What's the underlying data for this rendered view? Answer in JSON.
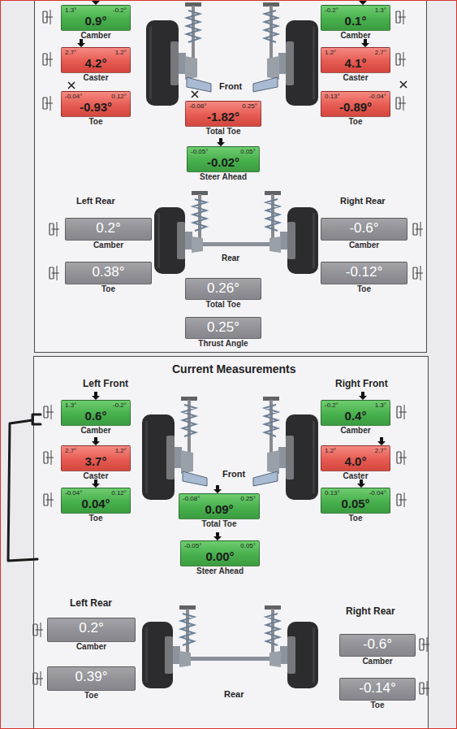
{
  "diagram": {
    "nodes": [
      {
        "text": [
          "1.3°",
          "-0.2°",
          "0.9°",
          "Camber"
        ]
      },
      {
        "text": [
          "-0.2°",
          "1.3°",
          "0.1°",
          "Camber"
        ]
      },
      {
        "text": [
          "2.7°",
          "1.2°",
          "4.2°",
          "Caster"
        ]
      },
      {
        "text": [
          "1.2°",
          "2.7°",
          "4.1°",
          "Caster"
        ]
      },
      {
        "text": [
          "-0.04°",
          "0.12°",
          "-0.93°",
          "Toe"
        ]
      },
      {
        "text": [
          "0.13°",
          "-0.04°",
          "-0.89°",
          "Toe"
        ]
      },
      {
        "text": [
          "-0.08°",
          "0.25°",
          "-1.82°",
          "Total Toe"
        ]
      },
      {
        "text": [
          "-0.05°",
          "0.05°",
          "-0.02°",
          "Steer Ahead"
        ]
      },
      {
        "text": [
          "0.2°",
          "Camber"
        ]
      },
      {
        "text": [
          "-0.6°",
          "Camber"
        ]
      },
      {
        "text": [
          "0.38°",
          "Toe"
        ]
      },
      {
        "text": [
          "-0.12°",
          "Toe"
        ]
      },
      {
        "text": [
          "0.26°",
          "Total Toe"
        ]
      },
      {
        "text": [
          "0.25°",
          "Thrust Angle"
        ]
      },
      {
        "text": [
          "1.3°",
          "-0.2°",
          "0.6°",
          "Camber"
        ]
      },
      {
        "text": [
          "-0.2°",
          "1.3°",
          "0.4°",
          "Camber"
        ]
      },
      {
        "text": [
          "2.7°",
          "1.2°",
          "3.7°",
          "Caster"
        ]
      },
      {
        "text": [
          "1.2°",
          "2.7°",
          "4.0°",
          "Caster"
        ]
      },
      {
        "text": [
          "-0.04°",
          "0.12°",
          "0.04°",
          "Toe"
        ]
      },
      {
        "text": [
          "0.13°",
          "-0.04°",
          "0.05°",
          "Toe"
        ]
      },
      {
        "text": [
          "-0.08°",
          "0.25°",
          "0.09°",
          "Total Toe"
        ]
      },
      {
        "text": [
          "-0.05°",
          "0.05°",
          "0.00°",
          "Steer Ahead"
        ]
      },
      {
        "text": [
          "0.2°",
          "Camber"
        ]
      },
      {
        "text": [
          "-0.6°",
          "Camber"
        ]
      },
      {
        "text": [
          "0.39°",
          "Toe"
        ]
      },
      {
        "text": [
          "-0.14°",
          "Toe"
        ]
      }
    ],
    "labels": [
      "Front",
      "Left Rear",
      "Right Rear",
      "Rear",
      "Current Measurements",
      "Left Front",
      "Right Front",
      "Front",
      "Left Rear",
      "Right Rear",
      "Rear"
    ]
  }
}
